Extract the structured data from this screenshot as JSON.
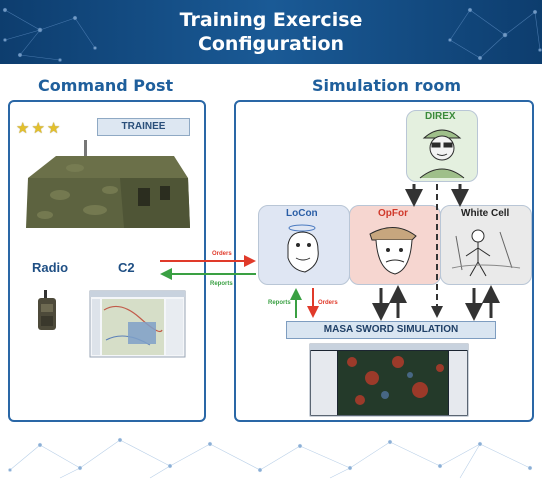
{
  "header": {
    "title_line1": "Training Exercise",
    "title_line2": "Configuration"
  },
  "command_post": {
    "title": "Command Post",
    "rating_stars": "★★★",
    "trainee_label": "TRAINEE",
    "radio_label": "Radio",
    "c2_label": "C2"
  },
  "simulation_room": {
    "title": "Simulation room",
    "direx_label": "DIREX",
    "locon_label": "LoCon",
    "opfor_label": "OpFor",
    "whitecell_label": "White Cell",
    "masa_label": "MASA SWORD SIMULATION"
  },
  "links": {
    "c2_to_locon": "Orders",
    "locon_to_c2": "Reports",
    "locon_reports": "Reports",
    "locon_orders": "Orders"
  },
  "colors": {
    "accent_blue": "#2a67a6",
    "orders_red": "#e03a2a",
    "reports_green": "#3aa043",
    "locon_bg": "#dfe6f3",
    "opfor_bg": "#f6d6d0",
    "direx_bg": "#e4f0df",
    "whitecell_bg": "#eaeaea"
  }
}
